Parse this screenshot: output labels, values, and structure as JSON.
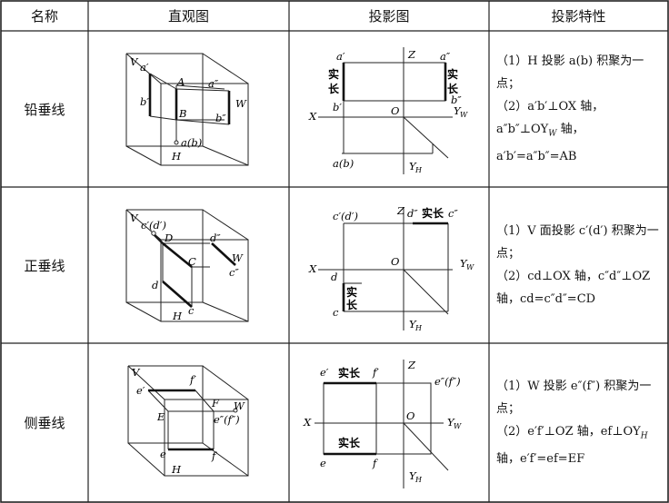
{
  "headers": [
    "名称",
    "直观图",
    "投影图",
    "投影特性"
  ],
  "rows": [
    {
      "name": "铅垂线",
      "direct": {
        "V": "V",
        "a1": "a′",
        "A": "A",
        "a2": "a″",
        "W": "W",
        "b1": "b′",
        "B": "B",
        "b2": "b″",
        "ab": "a(b)",
        "H": "H"
      },
      "proj": {
        "a1": "a′",
        "a2": "a″",
        "b1": "b′",
        "b2": "b″",
        "Z": "Z",
        "X": "X",
        "O": "O",
        "YW": "Y",
        "YWs": "W",
        "YH": "Y",
        "YHs": "H",
        "ab": "a(b)",
        "shichang": [
          "实",
          "长"
        ],
        "shichang2": [
          "实",
          "长"
        ]
      },
      "props": [
        "（1）H 投影 a(b) 积聚为一点；",
        "（2）a′b′⊥OX 轴，a″b″⊥OY",
        "W",
        " 轴，a′b′=a″b″=AB"
      ]
    },
    {
      "name": "正垂线",
      "direct": {
        "V": "V",
        "cd": "c′(d′)",
        "D": "D",
        "d2": "d″",
        "W": "W",
        "C": "C",
        "c2": "c″",
        "d": "d",
        "H": "H",
        "c": "c"
      },
      "proj": {
        "cd": "c′(d′)",
        "Z": "Z",
        "d2c2": "d″",
        "shichangH": "实长",
        "c2": "c″",
        "X": "X",
        "O": "O",
        "YW": "Y",
        "YWs": "W",
        "d": "d",
        "c": "c",
        "shichang": [
          "实",
          "长"
        ],
        "YH": "Y",
        "YHs": "H"
      },
      "props": [
        "（1）V 面投影 c′(d′) 积聚为一点；",
        "（2）cd⊥OX 轴，c″d″⊥OZ 轴，cd=c″d″=CD"
      ]
    },
    {
      "name": "侧垂线",
      "direct": {
        "V": "V",
        "e1": "e′",
        "f1": "f′",
        "F": "F",
        "W": "W",
        "E": "E",
        "ef2": "e″(f″)",
        "e": "e",
        "f": "f",
        "H": "H"
      },
      "proj": {
        "e1": "e′",
        "shichang": "实长",
        "f1": "f′",
        "Z": "Z",
        "ef2": "e″(f″)",
        "X": "X",
        "O": "O",
        "YW": "Y",
        "YWs": "W",
        "shichang2": "实长",
        "e": "e",
        "f": "f",
        "YH": "Y",
        "YHs": "H"
      },
      "props": [
        "（1）W 投影 e″(f″) 积聚为一点；",
        "（2）e′f′⊥OZ 轴，ef⊥OY",
        "H",
        " 轴，e′f′=ef=EF"
      ]
    }
  ]
}
